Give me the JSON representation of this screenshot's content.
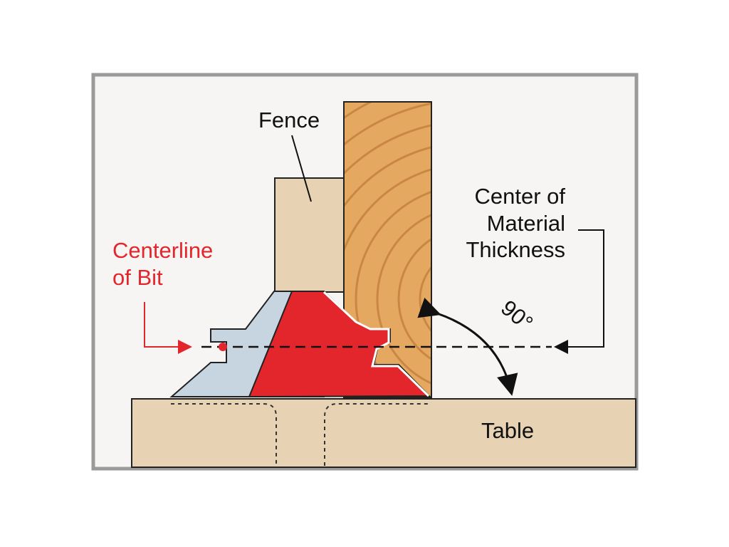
{
  "labels": {
    "fence": "Fence",
    "center_line1": "Center of",
    "center_line2": "Material",
    "center_line3": "Thickness",
    "centerline_line1": "Centerline",
    "centerline_line2": "of Bit",
    "angle": "90°",
    "table": "Table"
  },
  "colors": {
    "frame": "#9a9a9a",
    "panel": "#f6f5f3",
    "fence": "#e7d2b4",
    "table": "#e7d2b4",
    "bit_red": "#e3262c",
    "bit_steel": "#c7d5e0",
    "wood": "#e5a861",
    "wood_grain": "#c27c3a",
    "centerline_red": "#e3262c"
  }
}
